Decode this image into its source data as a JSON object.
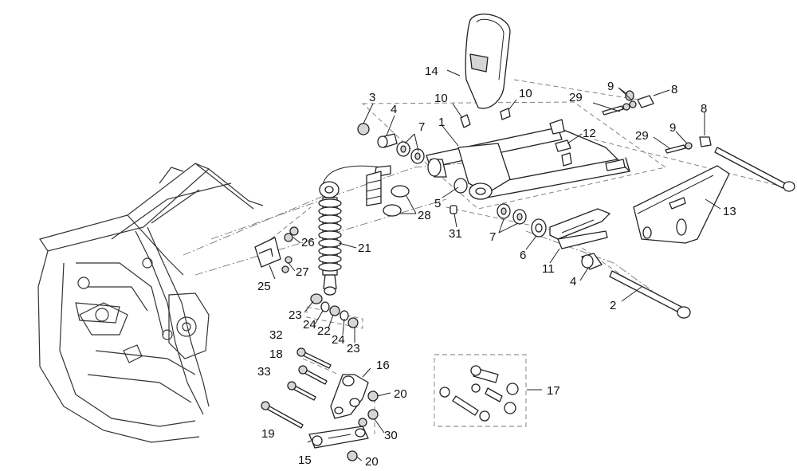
{
  "callouts": [
    {
      "text": "1"
    },
    {
      "text": "2"
    },
    {
      "text": "3"
    },
    {
      "text": "4"
    },
    {
      "text": "4"
    },
    {
      "text": "5"
    },
    {
      "text": "6"
    },
    {
      "text": "7"
    },
    {
      "text": "7"
    },
    {
      "text": "8"
    },
    {
      "text": "8"
    },
    {
      "text": "9"
    },
    {
      "text": "9"
    },
    {
      "text": "10"
    },
    {
      "text": "10"
    },
    {
      "text": "11"
    },
    {
      "text": "12"
    },
    {
      "text": "13"
    },
    {
      "text": "14"
    },
    {
      "text": "15"
    },
    {
      "text": "16"
    },
    {
      "text": "17"
    },
    {
      "text": "18"
    },
    {
      "text": "19"
    },
    {
      "text": "20"
    },
    {
      "text": "20"
    },
    {
      "text": "21"
    },
    {
      "text": "22"
    },
    {
      "text": "23"
    },
    {
      "text": "23"
    },
    {
      "text": "24"
    },
    {
      "text": "24"
    },
    {
      "text": "25"
    },
    {
      "text": "26"
    },
    {
      "text": "27"
    },
    {
      "text": "28"
    },
    {
      "text": "29"
    },
    {
      "text": "29"
    },
    {
      "text": "30"
    },
    {
      "text": "31"
    },
    {
      "text": "32"
    },
    {
      "text": "33"
    }
  ]
}
